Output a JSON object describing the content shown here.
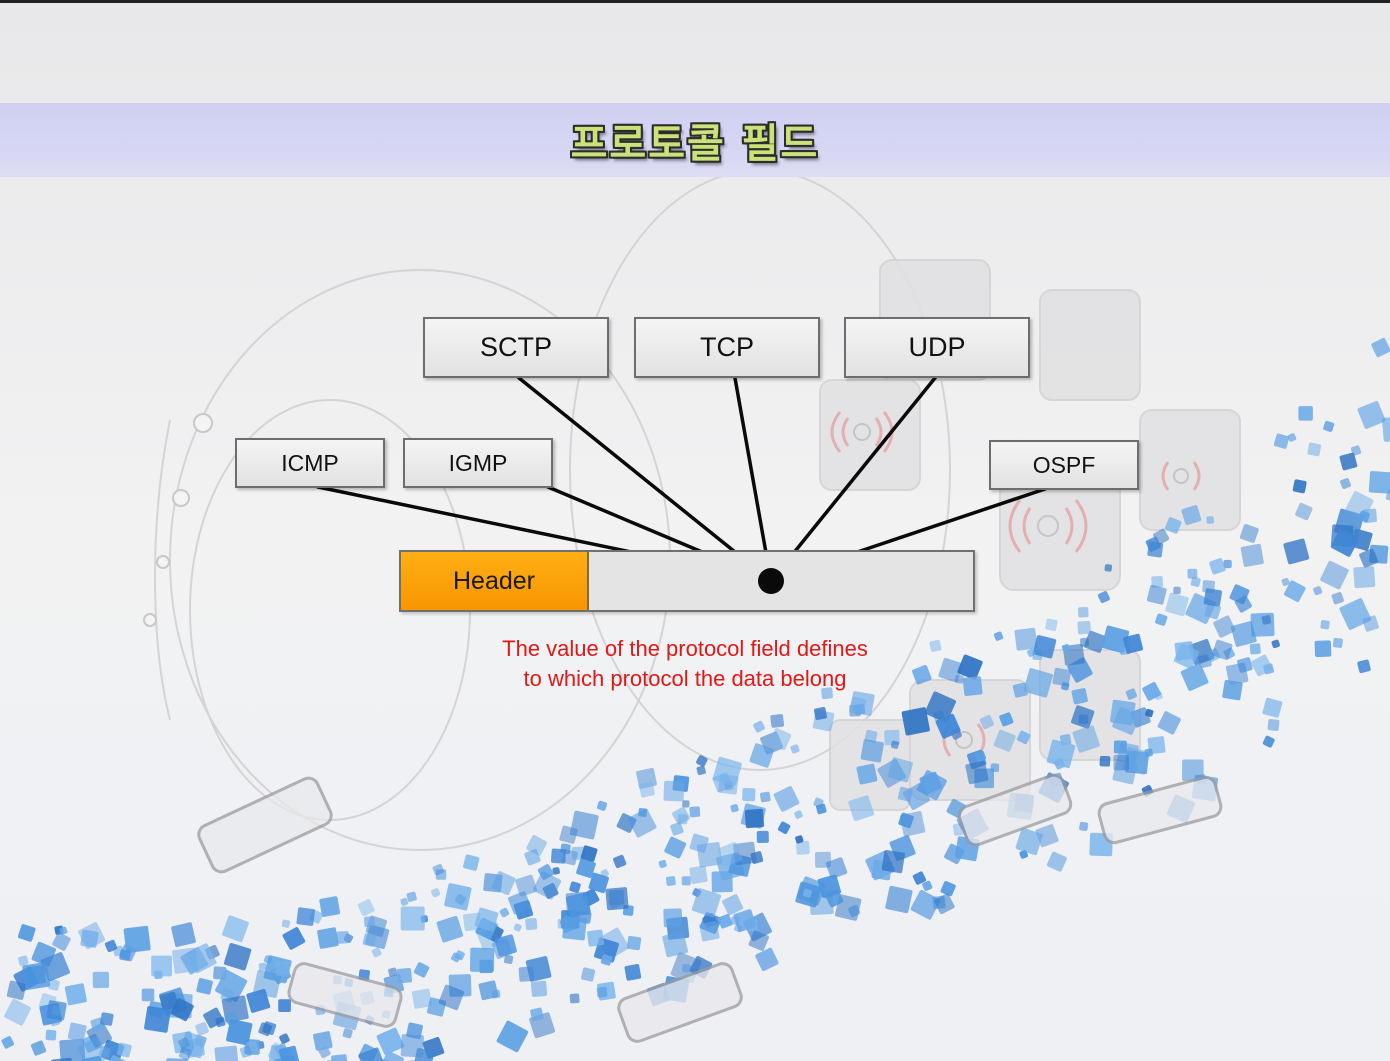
{
  "slide": {
    "title": "프로토콜 필드"
  },
  "protocols": {
    "top": [
      "SCTP",
      "TCP",
      "UDP"
    ],
    "middle_left": [
      "ICMP",
      "IGMP"
    ],
    "middle_right": [
      "OSPF"
    ]
  },
  "packet": {
    "header_label": "Header"
  },
  "caption": {
    "line1": "The value of the protocol field defines",
    "line2": "to which protocol the data belong"
  },
  "colors": {
    "title_band": "#d6d6f4",
    "title_text": "#c9e27a",
    "header_fill": "#f79600",
    "caption_text": "#e01818",
    "background_cubes": "#4a8fd8"
  }
}
